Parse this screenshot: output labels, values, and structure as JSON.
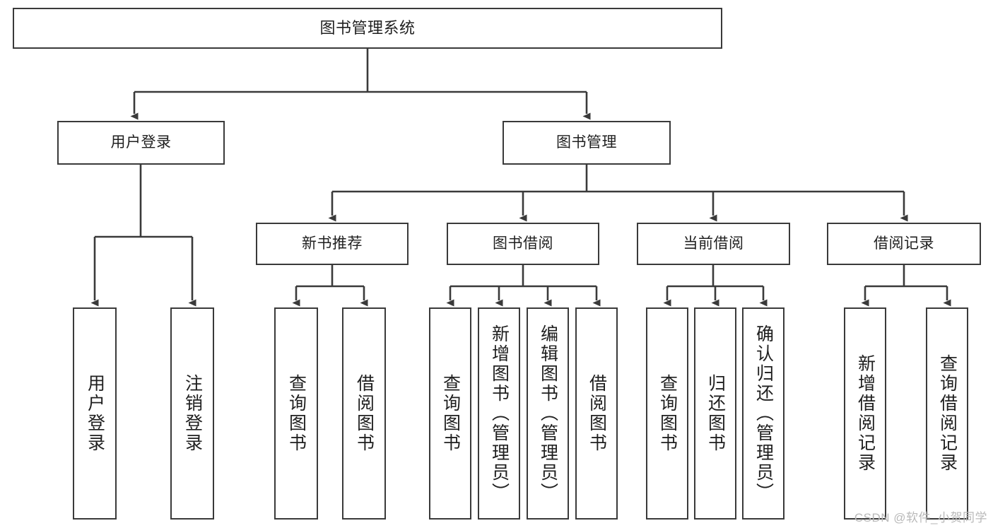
{
  "diagram": {
    "title": "图书管理系统",
    "type": "tree",
    "watermark": "CSDN @软件_小贺同学",
    "colors": {
      "box_border": "#3a3a3a",
      "box_fill": "#ffffff",
      "connector": "#3a3a3a",
      "text": "#1f1f1f",
      "watermark": "#b9b9b9"
    }
  },
  "nodes": {
    "root": {
      "label": "图书管理系统"
    },
    "level2": [
      {
        "label": "用户登录"
      },
      {
        "label": "图书管理"
      }
    ],
    "level3": [
      {
        "label": "新书推荐"
      },
      {
        "label": "图书借阅"
      },
      {
        "label": "当前借阅"
      },
      {
        "label": "借阅记录"
      }
    ],
    "leaves": {
      "user_login": [
        {
          "label": "用户登录"
        },
        {
          "label": "注销登录"
        }
      ],
      "new_book_recommend": [
        {
          "label": "查询图书"
        },
        {
          "label": "借阅图书"
        }
      ],
      "book_borrow": [
        {
          "label": "查询图书"
        },
        {
          "label": "新增图书（管理员）"
        },
        {
          "label": "编辑图书（管理员）"
        },
        {
          "label": "借阅图书"
        }
      ],
      "current_borrow": [
        {
          "label": "查询图书"
        },
        {
          "label": "归还图书"
        },
        {
          "label": "确认归还（管理员）"
        }
      ],
      "borrow_record": [
        {
          "label": "新增借阅记录"
        },
        {
          "label": "查询借阅记录"
        }
      ]
    }
  }
}
